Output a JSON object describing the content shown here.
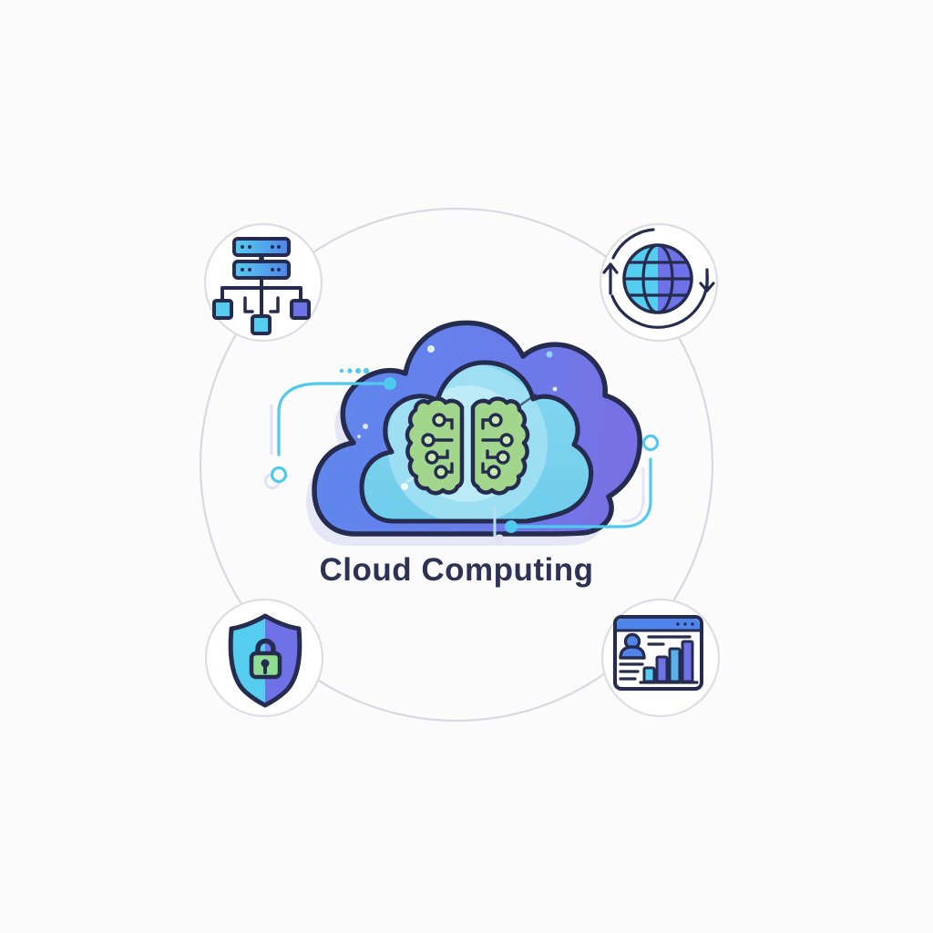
{
  "title": {
    "text": "Cloud Computing"
  },
  "diagram": {
    "subject": "Cloud Computing",
    "center": {
      "icon": "cloud-ai-brain-icon",
      "description": "cloud with circuit-board brain"
    },
    "nodes": [
      {
        "icon": "server-network-icon",
        "position": "top-left"
      },
      {
        "icon": "globe-sync-icon",
        "position": "top-right"
      },
      {
        "icon": "shield-lock-icon",
        "position": "bottom-left"
      },
      {
        "icon": "analytics-dashboard-icon",
        "position": "bottom-right"
      }
    ],
    "colors": {
      "background": "#fbfbfc",
      "navy": "#252c50",
      "title_navy": "#2e3254",
      "ring_gray": "#d8d9de",
      "badge_border": "#dddde3",
      "shadow_lavender": "#e0e2f4",
      "accent_cyan": "#4fc9ee",
      "light_blue_line": "#b9ddf3",
      "cloud_blue": "#5e88ee",
      "cloud_mid": "#6a7cea",
      "cloud_purple": "#7a6fe3",
      "inner_cyan": "#70cdeb",
      "inner_cyan_light": "#84d6ef",
      "glow": "#a3e1f3",
      "glow_light": "#c0ecf8",
      "brain_green": "#a2d68c",
      "brain_node": "#c9e9ae",
      "icon_cyan": "#55cdee",
      "icon_blue": "#4f84ea",
      "icon_purple": "#6f72e6",
      "bar_blue": "#57b2ea",
      "lock_green": "#90dc92",
      "white": "#ffffff"
    }
  }
}
